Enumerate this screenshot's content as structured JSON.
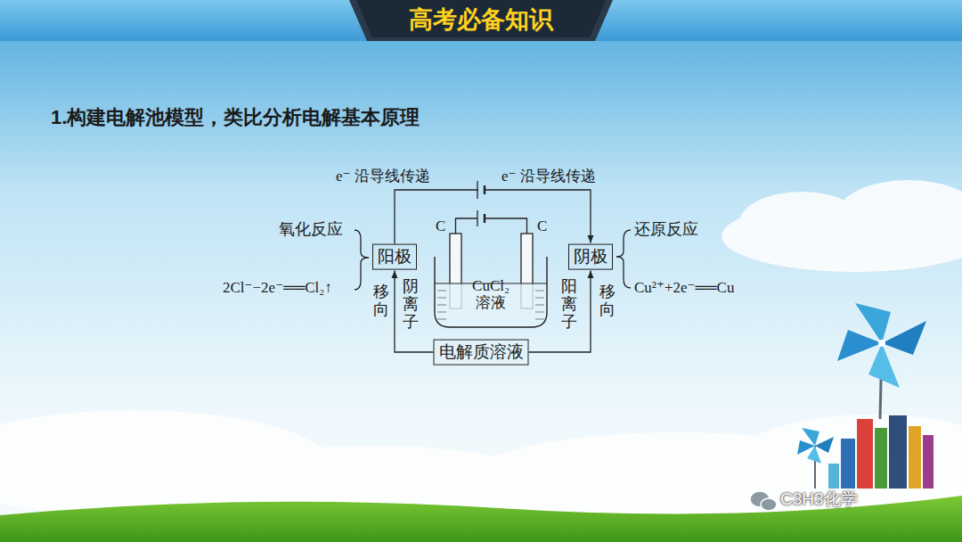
{
  "diagram": {
    "title": "1.构建电解池模型，类比分析电解基本原理",
    "nodes": [
      {
        "text": [
          "阳极"
        ]
      },
      {
        "text": [
          "CuCl₂ 溶液"
        ]
      },
      {
        "text": [
          "阴极"
        ]
      },
      {
        "text": [
          "电解质溶液"
        ]
      }
    ],
    "edges": [
      {
        "from": 0,
        "to": 2,
        "arrow": "to",
        "label": "e⁻ 沿导线传递"
      },
      {
        "from": 3,
        "to": 0,
        "arrow": "to",
        "label": "阴离子"
      },
      {
        "from": 3,
        "to": 2,
        "arrow": "to",
        "label": "阳离子"
      }
    ],
    "labels": [
      "高考必备知识",
      "e⁻ 沿导线传递",
      "氧化反应",
      "2Cl⁻−2e⁻══Cl₂↑",
      "还原反应",
      "Cu²⁺+2e⁻══Cu",
      "C",
      "C",
      "移向",
      "移向",
      "C3H3化学"
    ]
  }
}
